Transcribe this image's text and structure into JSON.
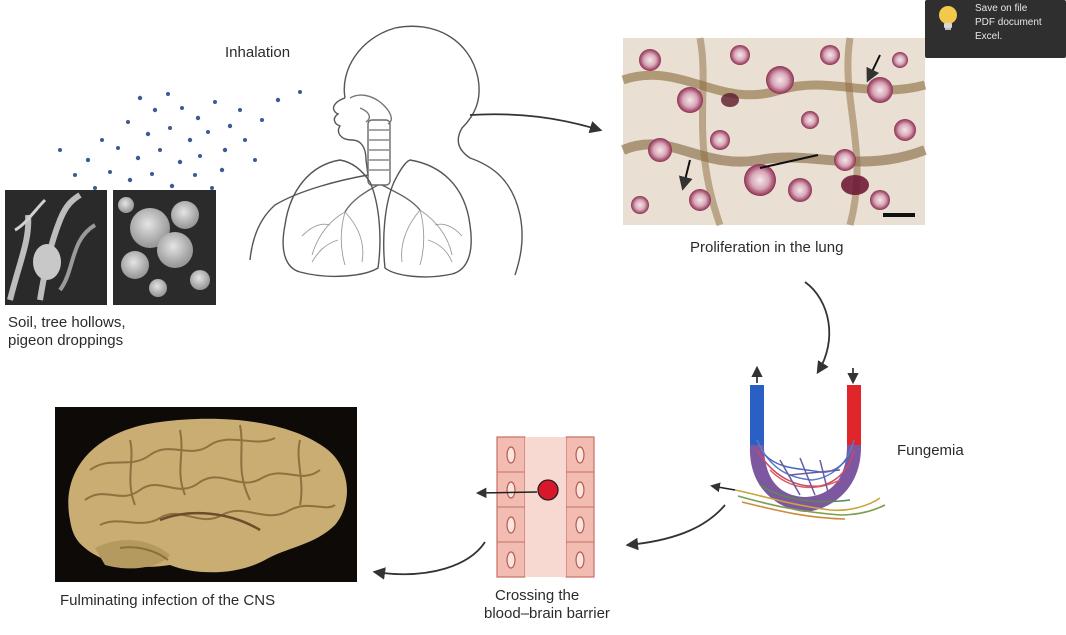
{
  "labels": {
    "inhalation": "Inhalation",
    "source_line1": "Soil, tree hollows,",
    "source_line2": "pigeon droppings",
    "proliferation": "Proliferation in the lung",
    "fungemia": "Fungemia",
    "bbb_line1": "Crossing the",
    "bbb_line2": "blood–brain barrier",
    "cns": "Fulminating infection of the CNS"
  },
  "notification": {
    "line1": "Save on file",
    "line2": "PDF document",
    "line3": "Excel.",
    "icon": "lightbulb-icon"
  },
  "colors": {
    "arrow": "#333333",
    "spore_dot": "#3b5b95",
    "artery": "#e0262b",
    "vein": "#2a5fc4",
    "cell_fill": "#f3bcb2",
    "cell_stroke": "#c66f62",
    "fungal_cell": "#d8182a",
    "brain_bg": "#0d0a08",
    "brain": "#c9ad72",
    "tissue_bg": "#e9dfd2",
    "toast_bg": "#2f2f2f"
  }
}
